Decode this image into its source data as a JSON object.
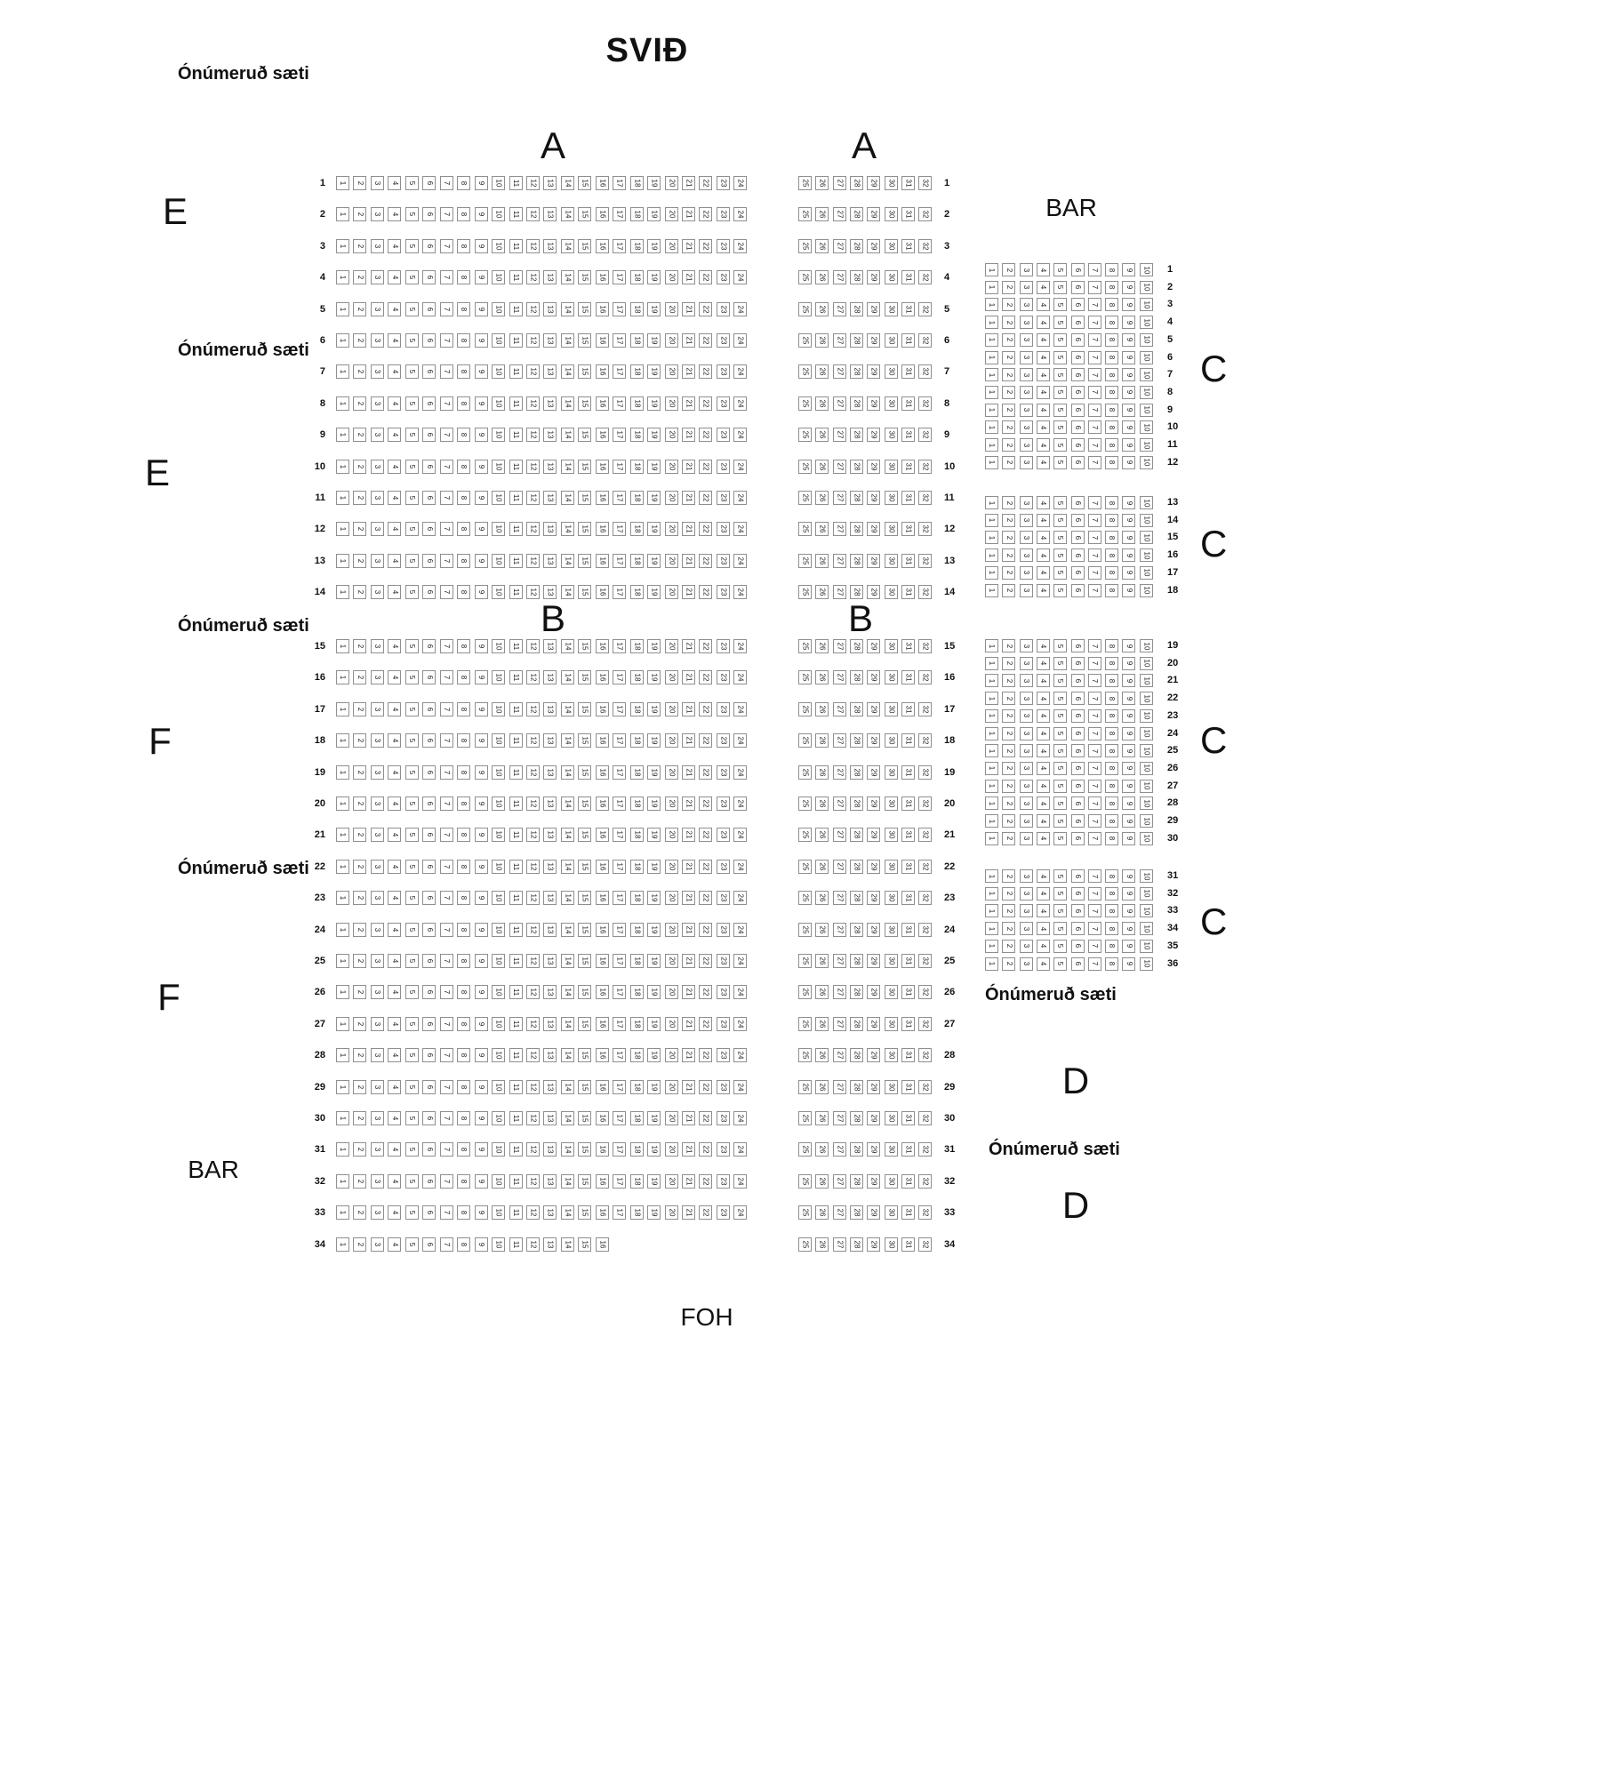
{
  "labels": {
    "stage": "SVIÐ",
    "foh": "FOH",
    "bar": "BAR",
    "unnumbered": "Ónúmeruð sæti"
  },
  "sections": {
    "a": "A",
    "b": "B",
    "c": "C",
    "d": "D",
    "e": "E",
    "f": "F"
  },
  "seatmap": {
    "main_left": {
      "section_a_rows": {
        "from": 1,
        "to": 14
      },
      "section_b_rows": {
        "from": 15,
        "to": 34
      },
      "seats": {
        "from": 1,
        "to": 24
      },
      "last_row_override": {
        "row": 34,
        "seats": {
          "from": 1,
          "to": 16
        }
      }
    },
    "main_right": {
      "rows": {
        "from": 1,
        "to": 34
      },
      "seats": {
        "from": 25,
        "to": 32
      }
    },
    "side_c": {
      "row_groups": [
        {
          "from": 1,
          "to": 12
        },
        {
          "from": 13,
          "to": 18
        },
        {
          "from": 19,
          "to": 30
        },
        {
          "from": 31,
          "to": 36
        }
      ],
      "seats": {
        "from": 1,
        "to": 10
      }
    }
  }
}
